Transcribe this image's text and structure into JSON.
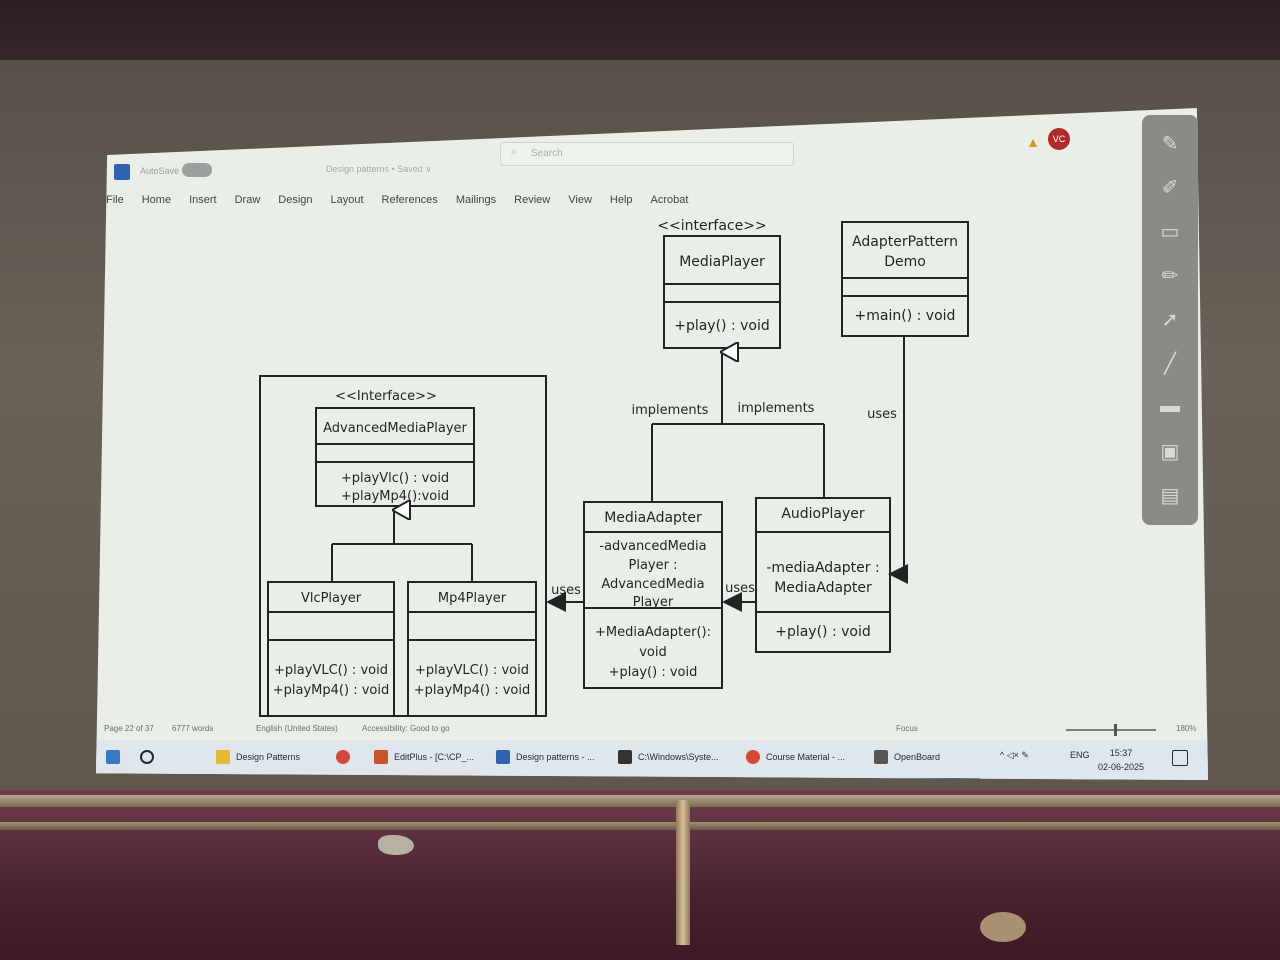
{
  "word": {
    "autosave_label": "AutoSave",
    "autosave_state": "Off",
    "doc_title": "Design patterns • Saved ∨",
    "search_placeholder": "Search",
    "avatar_initials": "VC",
    "ribbon_tabs": [
      "File",
      "Home",
      "Insert",
      "Draw",
      "Design",
      "Layout",
      "References",
      "Mailings",
      "Review",
      "View",
      "Help",
      "Acrobat"
    ]
  },
  "uml": {
    "media_player": {
      "stereotype": "<<interface>>",
      "name": "MediaPlayer",
      "method": "+play() : void"
    },
    "adapter_demo": {
      "name_line1": "AdapterPattern",
      "name_line2": "Demo",
      "method": "+main() : void"
    },
    "advanced_media_player": {
      "stereotype": "<<Interface>>",
      "name": "AdvancedMediaPlayer",
      "method1": "+playVlc() : void",
      "method2": "+playMp4():void"
    },
    "media_adapter": {
      "name": "MediaAdapter",
      "attr1": "-advancedMedia",
      "attr2": "Player :",
      "attr3": "AdvancedMedia",
      "attr4": "Player",
      "method1": "+MediaAdapter():",
      "method2": "void",
      "method3": "+play() : void"
    },
    "audio_player": {
      "name": "AudioPlayer",
      "attr1": "-mediaAdapter :",
      "attr2": "MediaAdapter",
      "method": "+play() : void"
    },
    "vlc_player": {
      "name": "VlcPlayer",
      "method1": "+playVLC() : void",
      "method2": "+playMp4() : void"
    },
    "mp4_player": {
      "name": "Mp4Player",
      "method1": "+playVLC() : void",
      "method2": "+playMp4() : void"
    },
    "labels": {
      "implements_left": "implements",
      "implements_right": "implements",
      "uses_demo": "uses",
      "uses_audio": "uses",
      "uses_adapter": "uses"
    }
  },
  "status": {
    "page": "Page 22 of 37",
    "words": "6777 words",
    "language": "English (United States)",
    "accessibility": "Accessibility: Good to go",
    "focus": "Focus",
    "zoom": "180%"
  },
  "taskbar": {
    "items": [
      "Design Patterns",
      "EditPlus - [C:\\CP_...",
      "Design patterns - ...",
      "C:\\Windows\\Syste...",
      "Course Material - ...",
      "OpenBoard"
    ],
    "lang": "ENG",
    "time": "15:37",
    "date": "02-06-2025"
  }
}
